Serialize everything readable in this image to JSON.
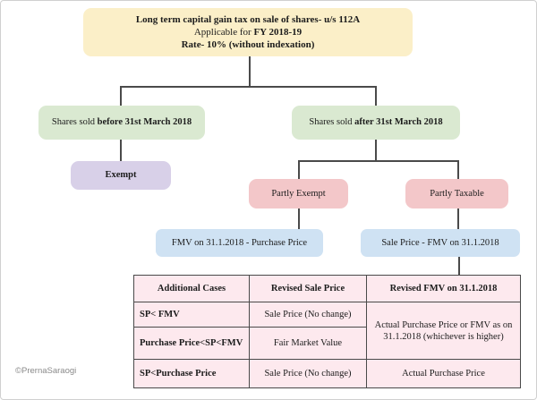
{
  "page": {
    "credit": "©PrernaSaraogi"
  },
  "flowchart": {
    "root": {
      "title": "Long term capital gain tax on sale of shares- u/s 112A",
      "subtitle_prefix": "Applicable for ",
      "subtitle_bold": "FY 2018-19",
      "rate_line": "Rate- 10% (without indexation)"
    },
    "before_branch": {
      "label_prefix": "Shares sold ",
      "label_bold": "before 31st March 2018",
      "result": "Exempt"
    },
    "after_branch": {
      "label_prefix": "Shares sold ",
      "label_bold": "after 31st March 2018",
      "partly_exempt": {
        "label": "Partly Exempt",
        "formula": "FMV on 31.1.2018 - Purchase Price"
      },
      "partly_taxable": {
        "label": "Partly Taxable",
        "formula": "Sale Price - FMV on 31.1.2018"
      }
    }
  },
  "table": {
    "headers": [
      "Additional Cases",
      "Revised Sale Price",
      "Revised FMV on 31.1.2018"
    ],
    "rows": [
      {
        "case": "SP< FMV",
        "revised_sale_price": "Sale Price (No change)",
        "revised_fmv": "Actual Purchase Price or FMV as on 31.1.2018 (whichever is higher)"
      },
      {
        "case": "Purchase Price<SP<FMV",
        "revised_sale_price": "Fair Market Value",
        "revised_fmv": ""
      },
      {
        "case": "SP<Purchase Price",
        "revised_sale_price": "Sale Price (No change)",
        "revised_fmv": "Actual Purchase Price"
      }
    ]
  },
  "colors": {
    "root_box": "#FBEFC8",
    "branch_box": "#DAE9D1",
    "exempt_box": "#D8D0E8",
    "partly_box": "#F3C7C9",
    "formula_box": "#CFE2F3",
    "table_bg": "#FDE9EE",
    "connector": "#4a4a4a"
  }
}
